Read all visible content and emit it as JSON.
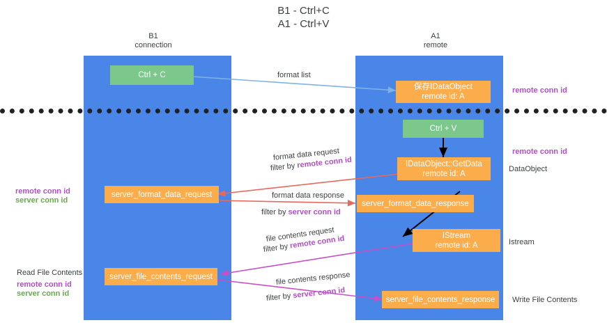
{
  "title": "B1 - Ctrl+C\nA1 - Ctrl+V",
  "columns": {
    "left": "B1\nconnection",
    "right": "A1\nremote"
  },
  "colors": {
    "lane": "#4a86e8",
    "green_node": "#7bc88a",
    "orange_node": "#fbad4b",
    "purple_text": "#b14fc5",
    "green_text": "#6aa84f",
    "divider": "#202124",
    "arrow_blue": "#7fb2e5",
    "arrow_red": "#e8685e",
    "arrow_magenta": "#c84fc5",
    "arrow_black": "#000000"
  },
  "nodes": {
    "ctrl_c": "Ctrl + C",
    "ctrl_v": "Ctrl + V",
    "idataobject_top": "保存IDataObject\nremote id: A",
    "idataobject_getdata": "IDataObject::GetData\nremote id: A",
    "istream": "IStream\nremote id: A",
    "server_format_data_request": "server_format_data_request",
    "server_format_data_response": "server_format_data_response",
    "server_file_contents_request": "server_file_contents_request",
    "server_file_contents_response": "server_file_contents_response"
  },
  "edge_labels": {
    "format_list": "format list",
    "format_data_request": "format data request",
    "format_data_request_filter_prefix": "filter by ",
    "format_data_request_filter_key": "remote conn id",
    "format_data_response": "format data response",
    "format_data_response_filter_prefix": "filter by ",
    "format_data_response_filter_key": "server conn id",
    "file_contents_request": "file contents request",
    "file_contents_request_filter_prefix": "filter by ",
    "file_contents_request_filter_key": "remote conn id",
    "file_contents_response": "file contents response",
    "file_contents_response_filter_prefix": "filter by ",
    "file_contents_response_filter_key": "server conn id"
  },
  "side_labels": {
    "right_remote_conn_id_top": "remote conn id",
    "right_remote_conn_id_mid": "remote conn id",
    "dataobject": "DataObject",
    "istream": "Istream",
    "write_file_contents": "Write File Contents",
    "left_remote_conn_id": "remote conn id",
    "left_server_conn_id": "server conn id",
    "read_file_contents": "Read File Contents",
    "left_remote_conn_id_2": "remote conn id",
    "left_server_conn_id_2": "server conn id"
  }
}
